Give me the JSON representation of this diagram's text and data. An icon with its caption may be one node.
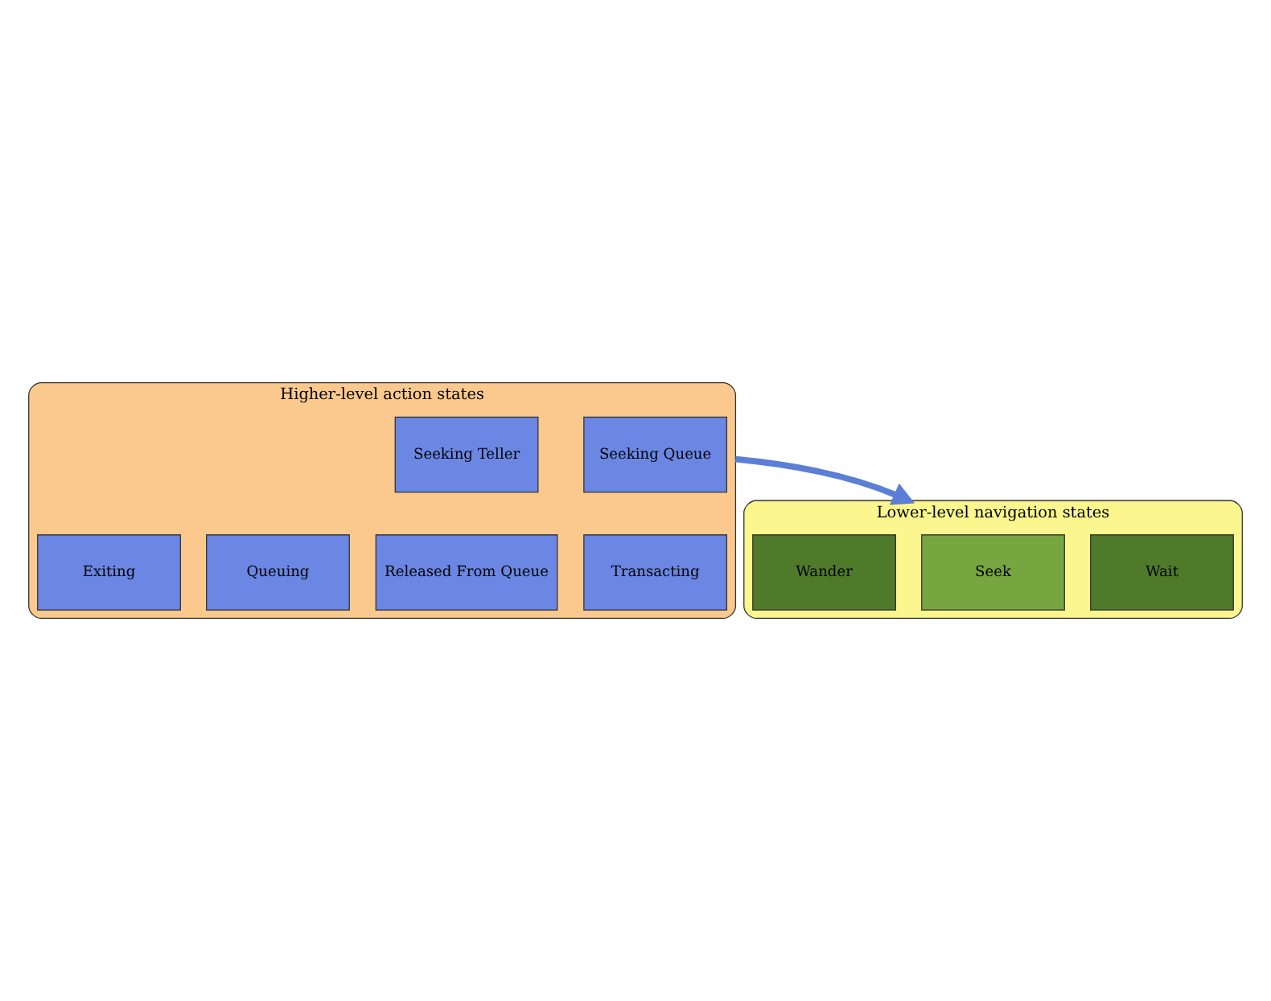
{
  "diagram": {
    "nodes": [
      {
        "text": [
          "Higher-level action states"
        ]
      },
      {
        "text": [
          "Seeking Teller"
        ],
        "in": 0
      },
      {
        "text": [
          "Seeking Queue"
        ],
        "in": 0
      },
      {
        "text": [
          "Queuing"
        ],
        "in": 0
      },
      {
        "text": [
          "Released From Queue"
        ],
        "in": 0
      },
      {
        "text": [
          "Transacting"
        ],
        "in": 0
      },
      {
        "text": [
          "Exiting"
        ],
        "in": 0
      },
      {
        "text": [
          "Lower-level navigation states"
        ]
      },
      {
        "text": [
          "Wait"
        ],
        "in": 7
      },
      {
        "text": [
          "Seek"
        ],
        "in": 7
      },
      {
        "text": [
          "Wander"
        ],
        "in": 7
      }
    ],
    "edges": [
      {
        "from": 0,
        "to": 7,
        "arrow": "to"
      }
    ]
  }
}
